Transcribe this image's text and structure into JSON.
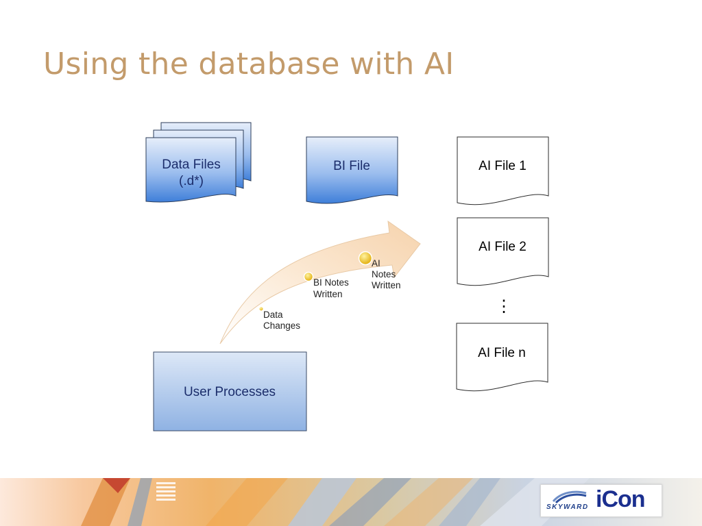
{
  "slide": {
    "title": "Using the database with AI"
  },
  "diagram": {
    "data_files_line1": "Data Files",
    "data_files_line2": "(.d*)",
    "bi_file": "BI File",
    "ai_file_1": "AI File 1",
    "ai_file_2": "AI File 2",
    "ai_file_n": "AI File n",
    "ellipsis": "⋮",
    "user_processes": "User Processes",
    "steps": {
      "data_changes_line1": "Data",
      "data_changes_line2": "Changes",
      "bi_notes_line1": "BI Notes",
      "bi_notes_line2": "Written",
      "ai_notes_line1": "AI",
      "ai_notes_line2": "Notes",
      "ai_notes_line3": "Written"
    }
  },
  "footer": {
    "logo_brand": "SKYWARD",
    "logo_product": "iCon"
  },
  "colors": {
    "title": "#c39b6b",
    "box_blue_top": "#dfe9f8",
    "box_blue_bottom": "#4a86dd",
    "label_navy": "#1b2d6b",
    "arrow_fill": "#fbe3c8",
    "milestone_dot": "#f0c020"
  }
}
